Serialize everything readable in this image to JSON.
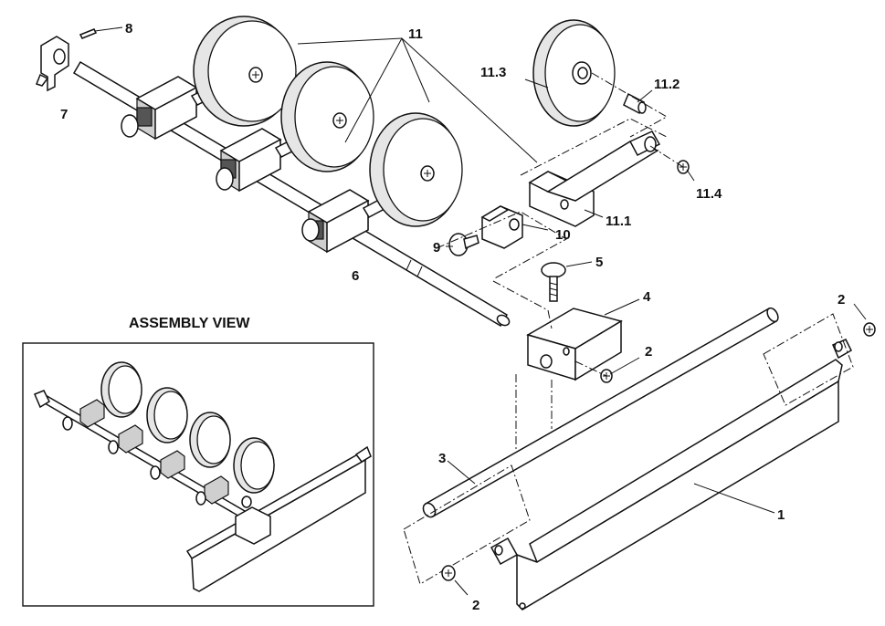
{
  "diagram": {
    "assembly_title": "ASSEMBLY VIEW",
    "callouts": {
      "part_1": "1",
      "part_2_top": "2",
      "part_2_mid": "2",
      "part_2_bottom": "2",
      "part_3": "3",
      "part_4": "4",
      "part_5": "5",
      "part_6": "6",
      "part_7": "7",
      "part_8": "8",
      "part_9": "9",
      "part_10": "10",
      "part_11": "11",
      "part_11_1": "11.1",
      "part_11_2": "11.2",
      "part_11_3": "11.3",
      "part_11_4": "11.4"
    }
  }
}
